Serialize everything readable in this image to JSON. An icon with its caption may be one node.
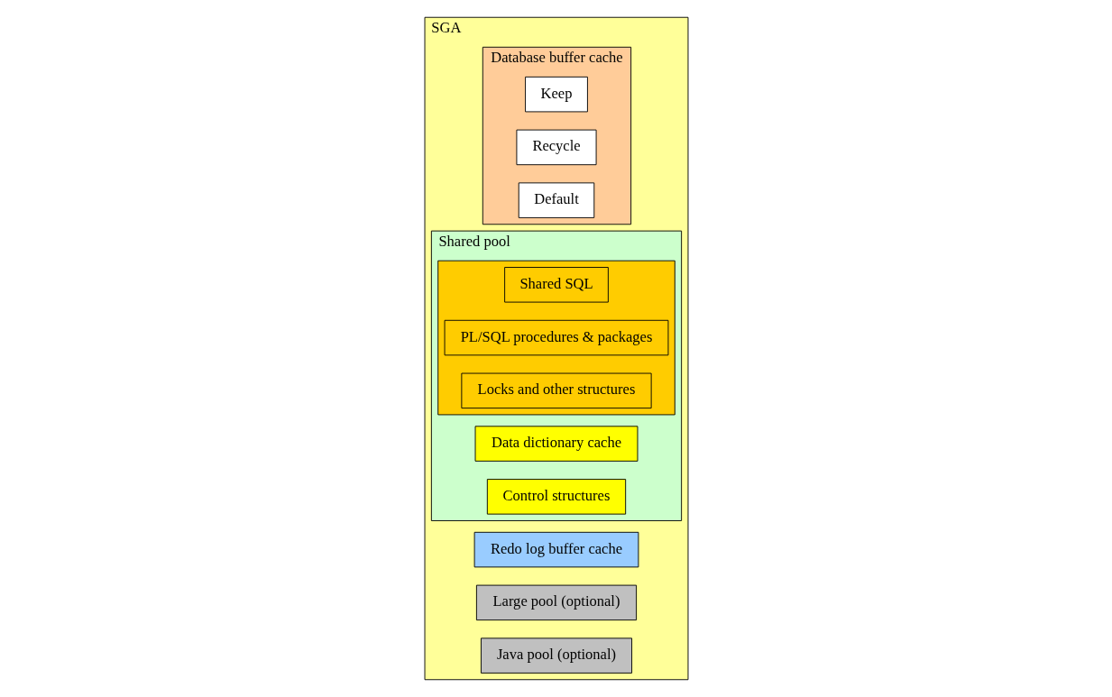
{
  "diagram": {
    "nodes": [
      {
        "text": [
          "SGA"
        ]
      },
      {
        "text": [
          "Database buffer cache"
        ],
        "in": 0
      },
      {
        "text": [
          "Keep"
        ],
        "in": 1
      },
      {
        "text": [
          "Recycle"
        ],
        "in": 1
      },
      {
        "text": [
          "Default"
        ],
        "in": 1
      },
      {
        "text": [
          "Redo log buffer cache"
        ],
        "in": 0
      },
      {
        "text": [
          "Large pool (optional)"
        ],
        "in": 0
      },
      {
        "text": [
          "Java pool (optional)"
        ],
        "in": 0
      },
      {
        "text": [
          "Shared pool"
        ],
        "in": 0
      },
      {
        "text": [
          "Data dictionary cache"
        ],
        "in": 8
      },
      {
        "text": [
          "Control structures"
        ],
        "in": 8
      },
      {
        "text": [],
        "shape": "box",
        "in": 8
      },
      {
        "text": [
          "Shared SQL"
        ],
        "in": 11
      },
      {
        "text": [
          "PL/SQL procedures & packages"
        ],
        "in": 11
      },
      {
        "text": [
          "Locks and other structures"
        ],
        "in": 11
      }
    ],
    "edges": []
  }
}
